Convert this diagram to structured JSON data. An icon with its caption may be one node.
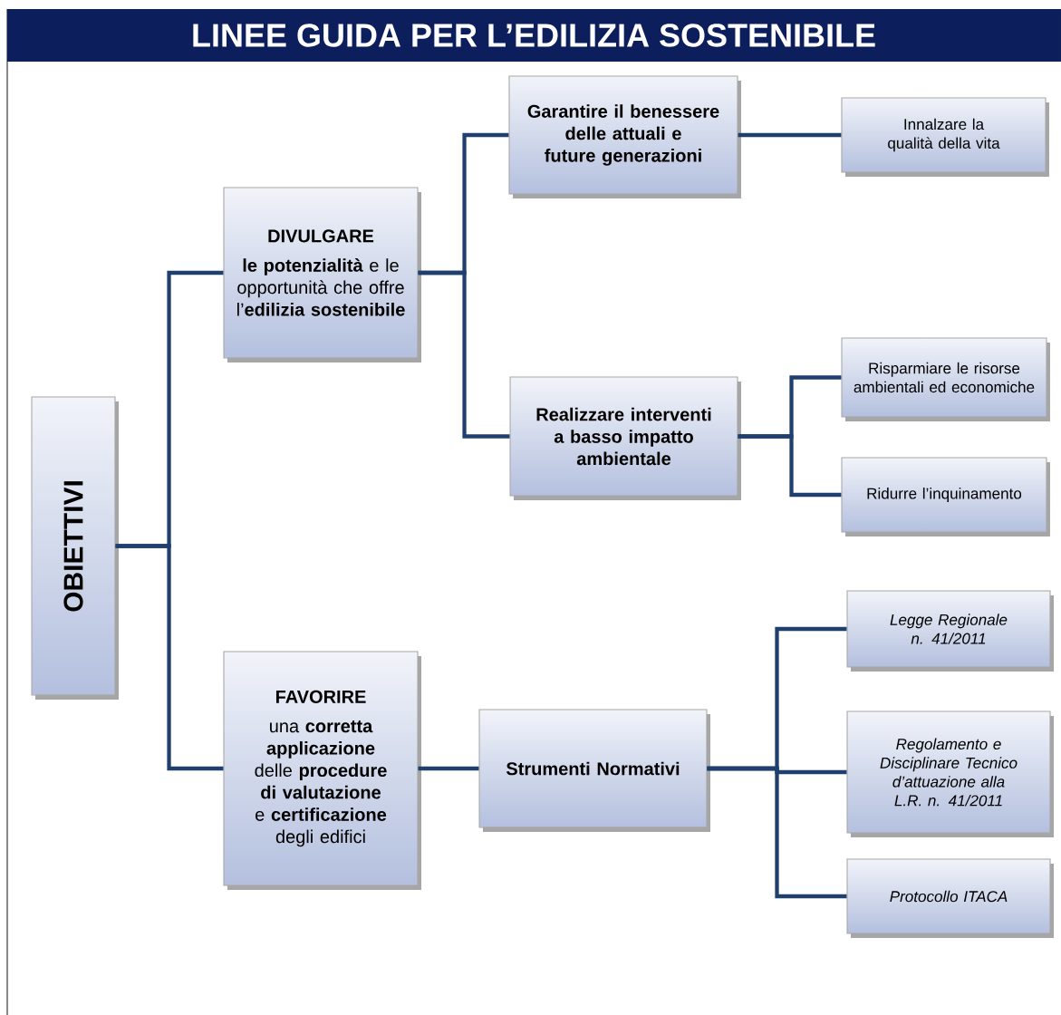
{
  "diagram": {
    "title": "LINEE GUIDA PER L’EDILIZIA SOSTENIBILE",
    "nodes": [
      {
        "text": [
          "OBIETTIVI"
        ]
      },
      {
        "text": [
          "DIVULGARE",
          "**le potenzialità** e le opportunità che offre l’**edilizia sostenibile**"
        ]
      },
      {
        "text": [
          "FAVORIRE",
          "una **corretta applicazione** delle **procedure di valutazione** e **certificazione** degli edifici"
        ]
      },
      {
        "text": [
          "Garantire il benessere delle attuali e future generazioni"
        ]
      },
      {
        "text": [
          "Realizzare interventi a basso impatto ambientale"
        ]
      },
      {
        "text": [
          "Strumenti Normativi"
        ]
      },
      {
        "text": [
          "Innalzare la qualità della vita"
        ]
      },
      {
        "text": [
          "Risparmiare le risorse ambientali ed economiche"
        ]
      },
      {
        "text": [
          "Ridurre l’inquinamento"
        ]
      },
      {
        "text": [
          "Legge Regionale n. 41/2011"
        ]
      },
      {
        "text": [
          "Regolamento e Disciplinare Tecnico d’attuazione alla L.R. n. 41/2011"
        ]
      },
      {
        "text": [
          "Protocollo ITACA"
        ]
      }
    ],
    "edges": [
      {
        "from": 0,
        "to": 1,
        "arrow": "none"
      },
      {
        "from": 0,
        "to": 2,
        "arrow": "none"
      },
      {
        "from": 1,
        "to": 3,
        "arrow": "none"
      },
      {
        "from": 1,
        "to": 4,
        "arrow": "none"
      },
      {
        "from": 3,
        "to": 6,
        "arrow": "none"
      },
      {
        "from": 4,
        "to": 7,
        "arrow": "none"
      },
      {
        "from": 4,
        "to": 8,
        "arrow": "none"
      },
      {
        "from": 2,
        "to": 5,
        "arrow": "none"
      },
      {
        "from": 5,
        "to": 9,
        "arrow": "none"
      },
      {
        "from": 5,
        "to": 10,
        "arrow": "none"
      },
      {
        "from": 5,
        "to": 11,
        "arrow": "none"
      }
    ]
  }
}
